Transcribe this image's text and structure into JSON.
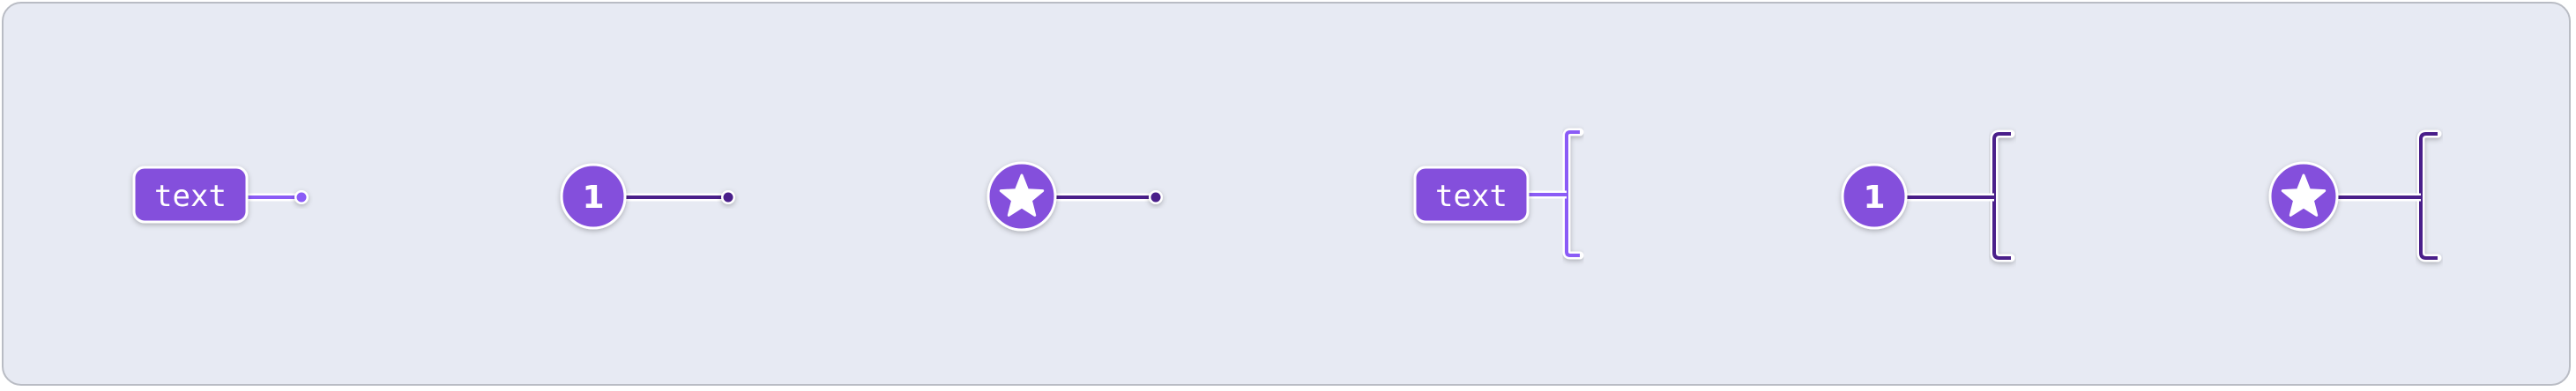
{
  "colors": {
    "background": "#e7eaf3",
    "border": "#b9bcc4",
    "marker_fill": "#8450dc",
    "marker_stroke": "#ffffff",
    "line_dark": "#4a1f8a",
    "line_light": "#8b5cf6"
  },
  "annotations": [
    {
      "kind": "text-badge",
      "label": "text",
      "terminal": "dot"
    },
    {
      "kind": "number-circle",
      "label": "1",
      "terminal": "dot"
    },
    {
      "kind": "icon-circle",
      "icon": "star-icon",
      "terminal": "dot"
    },
    {
      "kind": "text-badge",
      "label": "text",
      "terminal": "bracket"
    },
    {
      "kind": "number-circle",
      "label": "1",
      "terminal": "bracket"
    },
    {
      "kind": "icon-circle",
      "icon": "star-icon",
      "terminal": "bracket"
    }
  ]
}
